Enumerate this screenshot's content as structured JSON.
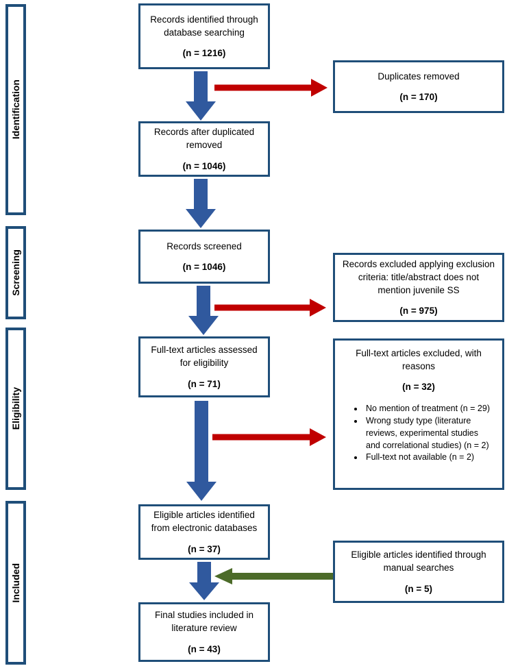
{
  "colors": {
    "border": "#1F4E79",
    "arrow-blue": "#30599E",
    "arrow-red": "#C00000",
    "arrow-green": "#4C6B29",
    "background": "#FFFFFF",
    "text": "#000000"
  },
  "stages": [
    {
      "label": "Identification"
    },
    {
      "label": "Screening"
    },
    {
      "label": "Eligibility"
    },
    {
      "label": "Included"
    }
  ],
  "flow": {
    "identified": {
      "label": "Records identified through database searching",
      "count": "(n = 1216)"
    },
    "after_duplicates": {
      "label": "Records after duplicated removed",
      "count": "(n = 1046)"
    },
    "screened": {
      "label": "Records screened",
      "count": "(n = 1046)"
    },
    "fulltext_assessed": {
      "label": "Full-text articles assessed for eligibility",
      "count": "(n = 71)"
    },
    "eligible_databases": {
      "label": "Eligible articles identified from electronic databases",
      "count": "(n = 37)"
    },
    "final_included": {
      "label": "Final studies included in literature review",
      "count": "(n = 43)"
    }
  },
  "side": {
    "duplicates_removed": {
      "label": "Duplicates removed",
      "count": "(n = 170)"
    },
    "records_excluded": {
      "label": "Records excluded applying exclusion criteria: title/abstract does not mention juvenile SS",
      "count": "(n = 975)"
    },
    "fulltext_excluded": {
      "label": "Full-text articles excluded, with reasons",
      "count": "(n = 32)",
      "reasons": [
        "No mention of treatment (n = 29)",
        "Wrong study type (literature reviews, experimental studies and correlational studies) (n = 2)",
        "Full-text not available (n = 2)"
      ]
    },
    "manual_searches": {
      "label": "Eligible articles identified through manual searches",
      "count": "(n = 5)"
    }
  }
}
